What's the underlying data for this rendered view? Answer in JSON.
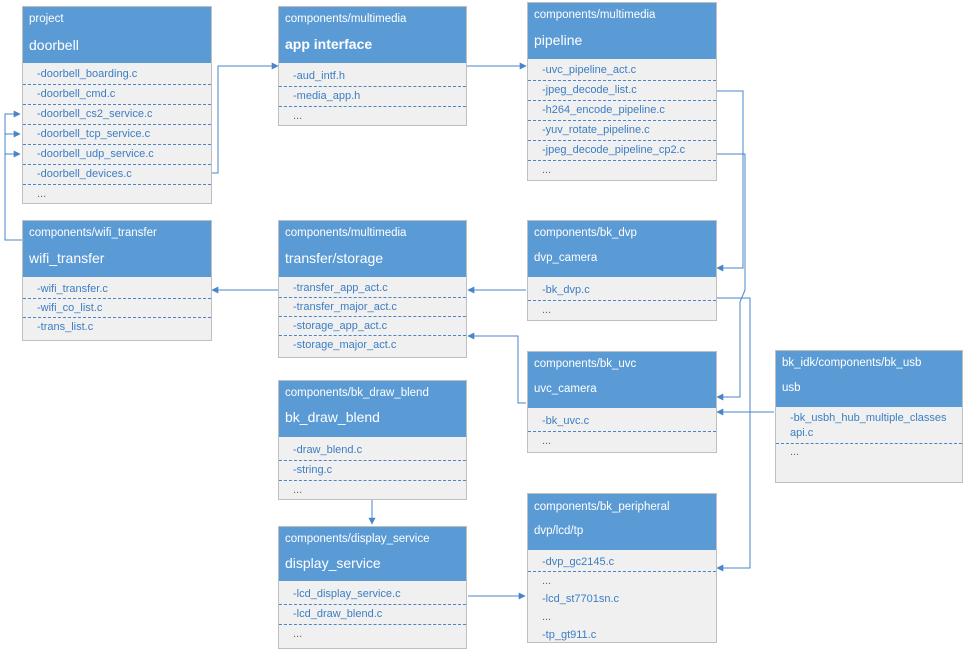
{
  "colors": {
    "header_bg": "#5b9bd5",
    "body_bg": "#f0f0f0",
    "file_text": "#3b7ec3",
    "connector": "#4a86c7"
  },
  "modules": {
    "project": {
      "path": "project",
      "title": "doorbell",
      "files": [
        "-doorbell_boarding.c",
        "-doorbell_cmd.c",
        "-doorbell_cs2_service.c",
        "-doorbell_tcp_service.c",
        "-doorbell_udp_service.c",
        "-doorbell_devices.c",
        "..."
      ]
    },
    "app_interface": {
      "path": "components/multimedia",
      "title": "app interface",
      "files": [
        "-aud_intf.h",
        "-media_app.h",
        "..."
      ]
    },
    "pipeline": {
      "path": "components/multimedia",
      "title": "pipeline",
      "files": [
        "-uvc_pipeline_act.c",
        "-jpeg_decode_list.c",
        "-h264_encode_pipeline.c",
        "-yuv_rotate_pipeline.c",
        "-jpeg_decode_pipeline_cp2.c",
        "..."
      ]
    },
    "wifi_transfer": {
      "path": "components/wifi_transfer",
      "title": "wifi_transfer",
      "files": [
        "-wifi_transfer.c",
        "-wifi_co_list.c",
        "-trans_list.c"
      ]
    },
    "transfer_storage": {
      "path": "components/multimedia",
      "title": "transfer/storage",
      "files": [
        "-transfer_app_act.c",
        "-transfer_major_act.c",
        "-storage_app_act.c",
        "-storage_major_act.c"
      ]
    },
    "bk_dvp": {
      "path": "components/bk_dvp",
      "title": "dvp_camera",
      "files": [
        "-bk_dvp.c",
        "..."
      ]
    },
    "bk_uvc": {
      "path": "components/bk_uvc",
      "title": "uvc_camera",
      "files": [
        "-bk_uvc.c",
        "..."
      ]
    },
    "bk_usb": {
      "path": "bk_idk/components/bk_usb",
      "title": "usb",
      "files": [
        "-bk_usbh_hub_multiple_classes api.c",
        "..."
      ]
    },
    "bk_draw_blend": {
      "path": "components/bk_draw_blend",
      "title": "bk_draw_blend",
      "files": [
        "-draw_blend.c",
        "-string.c",
        "..."
      ]
    },
    "display_service": {
      "path": "components/display_service",
      "title": "display_service",
      "files": [
        "-lcd_display_service.c",
        "-lcd_draw_blend.c",
        "..."
      ]
    },
    "bk_peripheral": {
      "path": "components/bk_peripheral",
      "title": "dvp/lcd/tp",
      "files": [
        "-dvp_gc2145.c",
        "...",
        "-lcd_st7701sn.c",
        "...",
        "-tp_gt911.c"
      ]
    }
  }
}
